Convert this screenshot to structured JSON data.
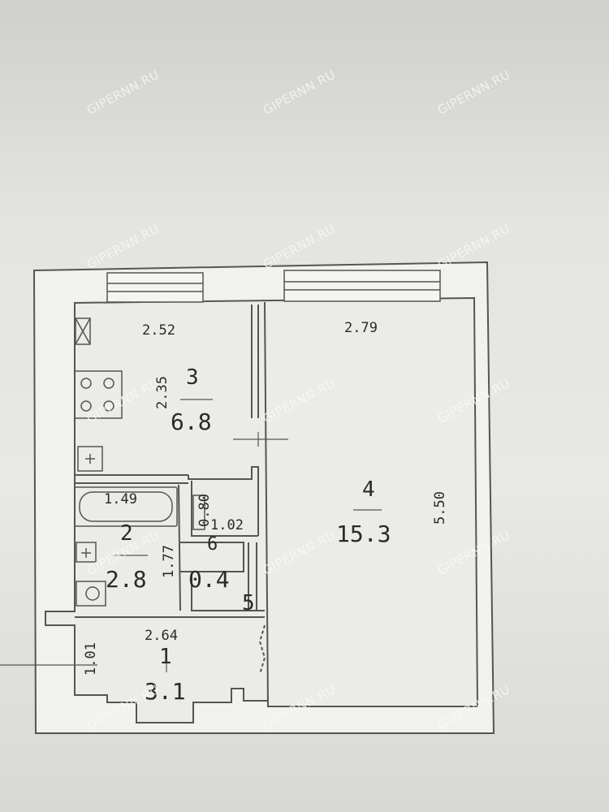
{
  "rooms": [
    {
      "id": "hall",
      "number": "1",
      "area": "3.1"
    },
    {
      "id": "bathroom",
      "number": "2",
      "area": "2.8"
    },
    {
      "id": "kitchen",
      "number": "3",
      "area": "6.8"
    },
    {
      "id": "living",
      "number": "4",
      "area": "15.3"
    },
    {
      "id": "closet",
      "number": "5"
    },
    {
      "id": "toilet",
      "number": "6",
      "area": "0.4"
    }
  ],
  "dimensions": {
    "kitchen_width": "2.52",
    "kitchen_depth": "2.35",
    "living_width": "2.79",
    "living_depth": "5.50",
    "bath_width": "1.49",
    "bath_depth": "1.77",
    "toilet_depth": "0.80",
    "toilet_width": "1.02",
    "hall_width": "2.64",
    "hall_depth": "1.01"
  },
  "watermark": "GIPERNN.RU"
}
